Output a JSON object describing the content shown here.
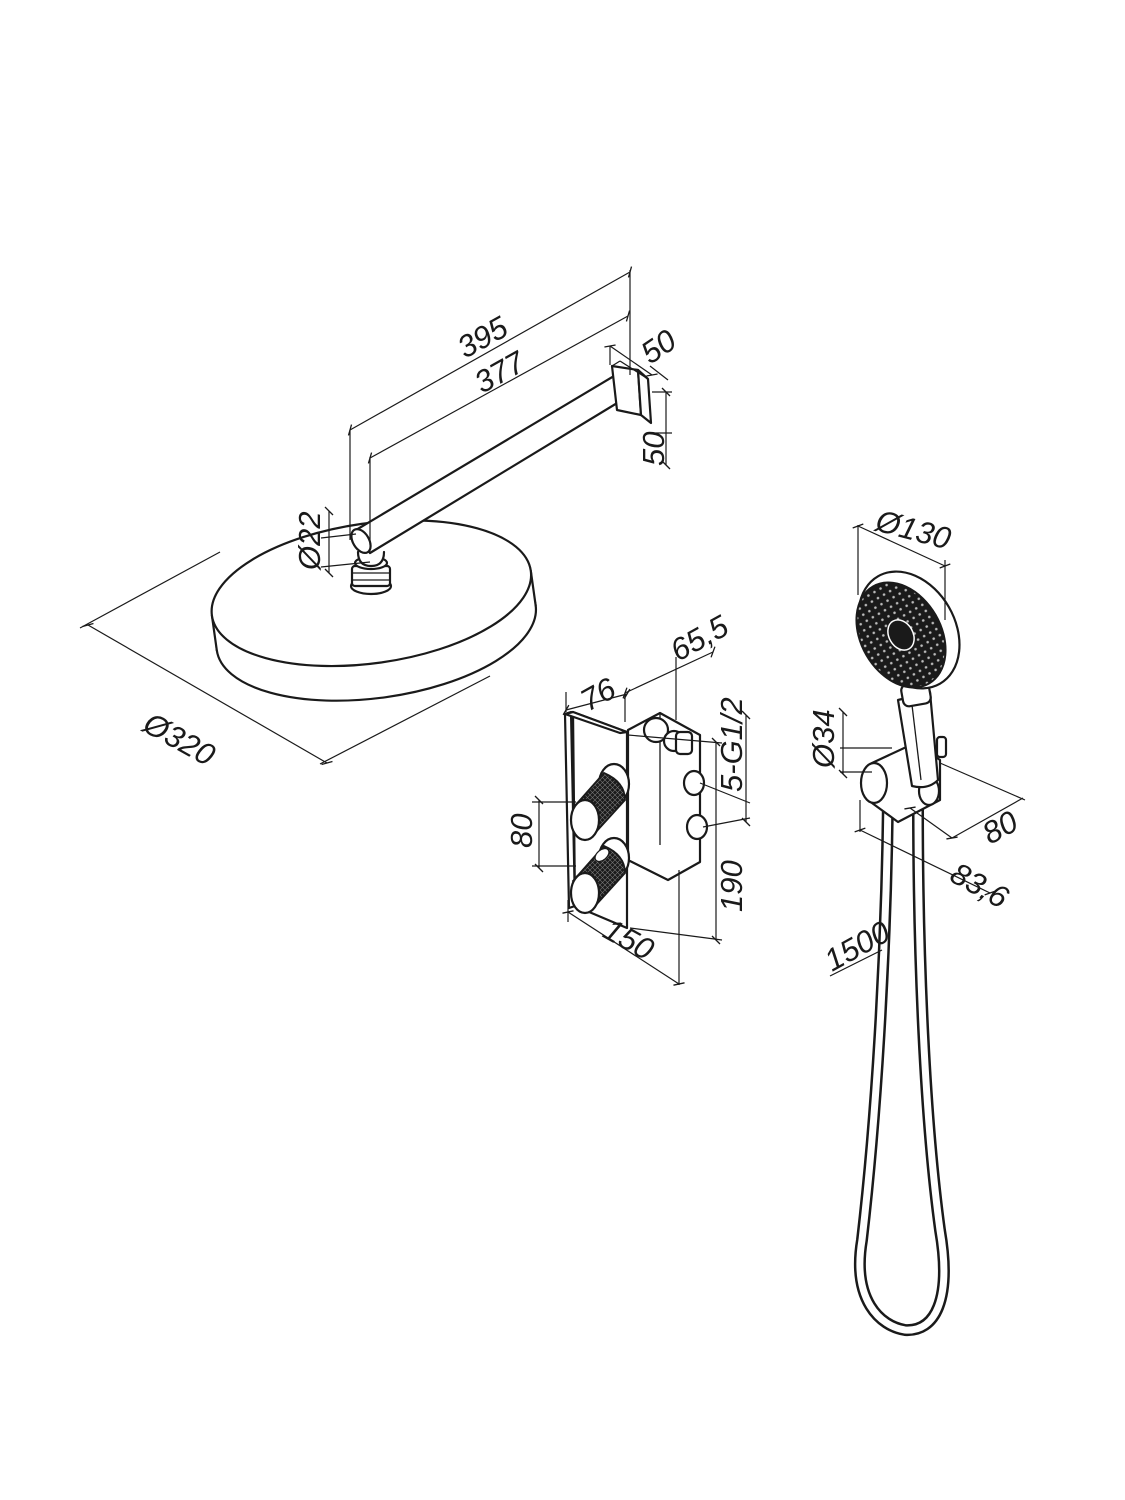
{
  "colors": {
    "line": "#1a1a1a",
    "background": "#ffffff"
  },
  "dimensions": {
    "overhead_diameter": "Ø320",
    "arm_diameter": "Ø22",
    "arm_length_total": "395",
    "arm_length_inner": "377",
    "flange_depth": "50",
    "flange_height": "50",
    "valve_depth": "76",
    "valve_body_depth": "65,5",
    "valve_outlets": "5-G1/2",
    "knob_spacing": "80",
    "plate_height": "190",
    "plate_width": "150",
    "handshower_diameter": "Ø130",
    "holder_diameter": "Ø34",
    "holder_width": "80",
    "holder_depth": "83,6",
    "hose_length": "1500"
  }
}
